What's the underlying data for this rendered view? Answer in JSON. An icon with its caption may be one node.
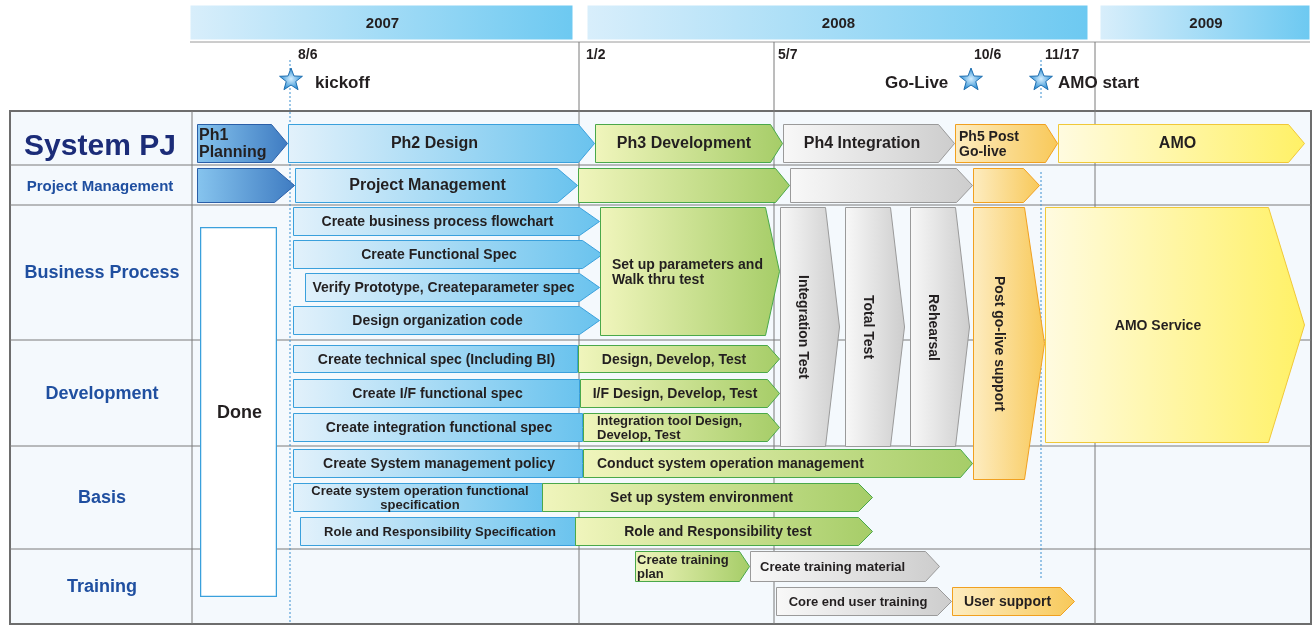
{
  "diagram": {
    "nodes": [
      {
        "text": [
          "2007"
        ]
      },
      {
        "text": [
          "2008"
        ]
      },
      {
        "text": [
          "2009"
        ]
      },
      {
        "text": [
          "Ph1 Planning"
        ]
      },
      {
        "text": [
          "Ph2  Design"
        ]
      },
      {
        "text": [
          "Ph3  Development"
        ]
      },
      {
        "text": [
          "Ph4  Integration"
        ]
      },
      {
        "text": [
          "Ph5 Post Go-live"
        ]
      },
      {
        "text": [
          "AMO"
        ]
      },
      {
        "text": [],
        "shape": "arrow"
      },
      {
        "text": [
          "Project Management"
        ]
      },
      {
        "text": [],
        "shape": "arrow"
      },
      {
        "text": [],
        "shape": "arrow"
      },
      {
        "text": [],
        "shape": "arrow"
      },
      {
        "text": [
          "Done"
        ]
      },
      {
        "text": [
          "Create business process flowchart"
        ]
      },
      {
        "text": [
          "Create Functional Spec"
        ]
      },
      {
        "text": [
          "Verify Prototype, Createparameter spec"
        ]
      },
      {
        "text": [
          "Design organization code"
        ]
      },
      {
        "text": [
          "Set up parameters and Walk thru test"
        ]
      },
      {
        "text": [
          "Integration Test"
        ]
      },
      {
        "text": [
          "Total Test"
        ]
      },
      {
        "text": [
          "Rehearsal"
        ]
      },
      {
        "text": [
          "Post go-live support"
        ]
      },
      {
        "text": [
          "AMO Service"
        ]
      },
      {
        "text": [
          "Create technical spec (Including BI)"
        ]
      },
      {
        "text": [
          "Design, Develop, Test"
        ]
      },
      {
        "text": [
          "Create I/F functional spec"
        ]
      },
      {
        "text": [
          "I/F Design, Develop, Test"
        ]
      },
      {
        "text": [
          "Create integration functional spec"
        ]
      },
      {
        "text": [
          "Integration tool Design, Develop, Test"
        ]
      },
      {
        "text": [
          "Create System management policy"
        ]
      },
      {
        "text": [
          "Conduct system operation management"
        ]
      },
      {
        "text": [
          "Create system operation functional  specification"
        ]
      },
      {
        "text": [
          "Set up system environment"
        ]
      },
      {
        "text": [
          "Role and Responsibility  Specification"
        ]
      },
      {
        "text": [
          "Role and Responsibility test"
        ]
      },
      {
        "text": [
          "Create training plan"
        ]
      },
      {
        "text": [
          "Create training material"
        ]
      },
      {
        "text": [
          "Core end user training"
        ]
      },
      {
        "text": [
          "User support"
        ]
      }
    ],
    "labels": [
      "8/6",
      "1/2",
      "5/7",
      "10/6",
      "11/17",
      "kickoff",
      "Go-Live",
      "AMO start",
      "System PJ",
      "Project Management",
      "Business Process",
      "Development",
      "Basis",
      "Training"
    ]
  }
}
